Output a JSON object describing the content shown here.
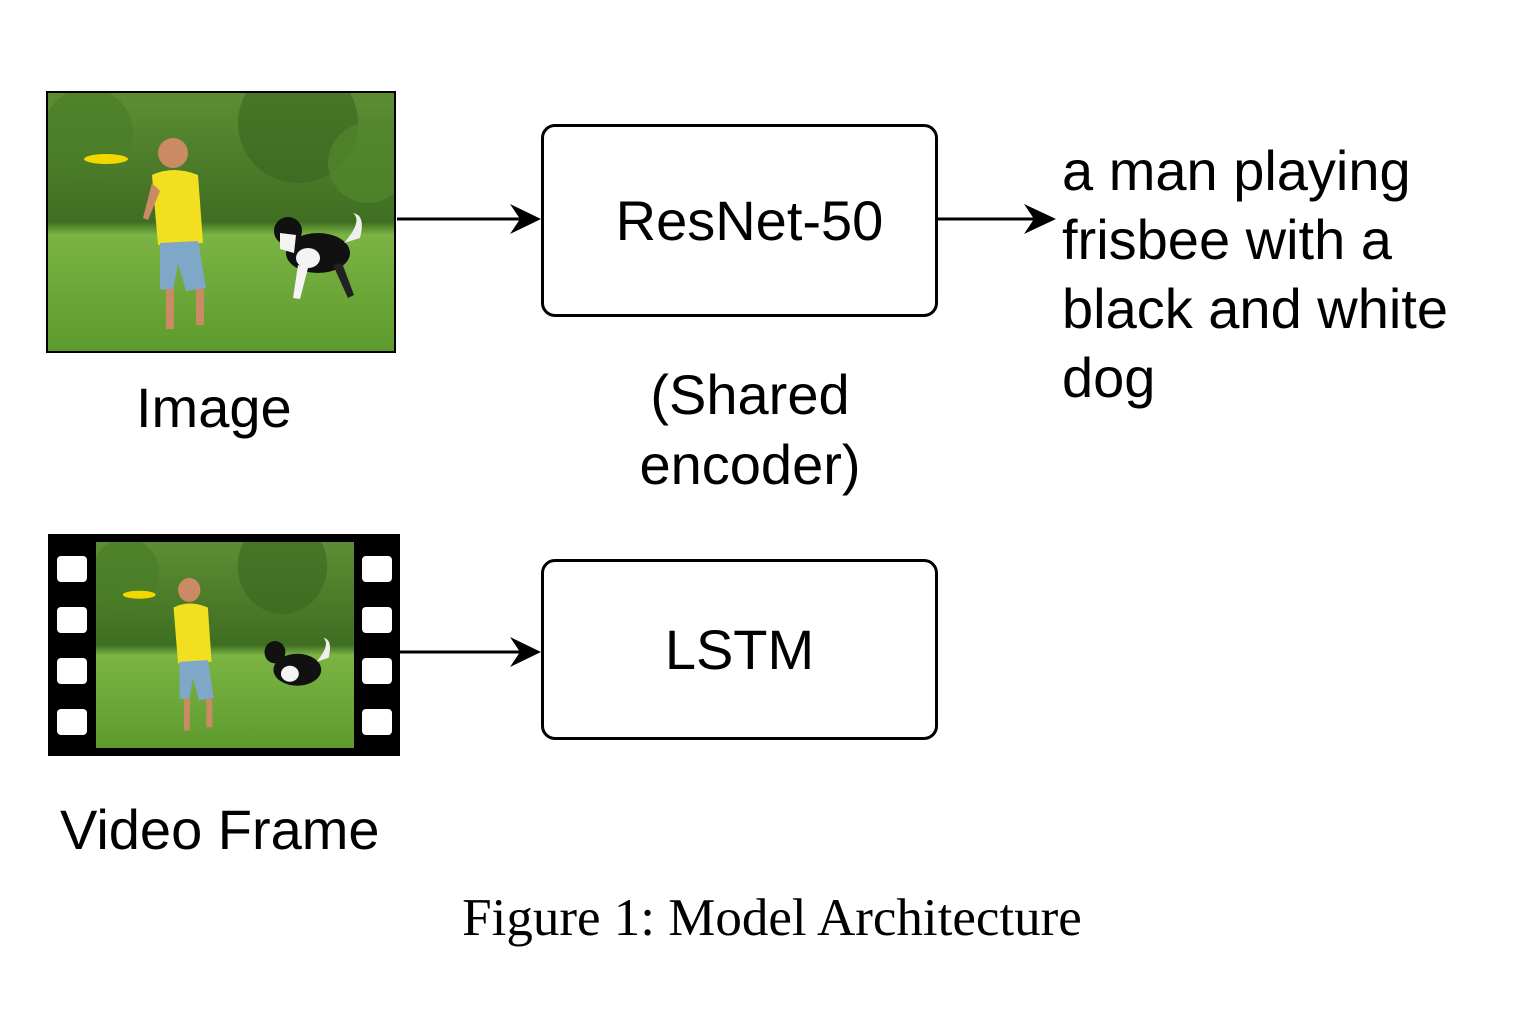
{
  "image_label": "Image",
  "video_label": "Video Frame",
  "encoder_box": "ResNet-50",
  "encoder_note": "(Shared encoder)",
  "decoder_box": "LSTM",
  "output_caption": "a man playing frisbee with a black and white dog",
  "figure_caption": "Figure 1: Model Architecture",
  "colors": {
    "grass": "#6fa83a",
    "trees": "#3f6e22",
    "shirt": "#f2e020",
    "shorts": "#7fa8c8",
    "frisbee": "#f3d800"
  },
  "icons": [
    "photo-icon",
    "film-strip-icon",
    "arrow-right-icon"
  ]
}
